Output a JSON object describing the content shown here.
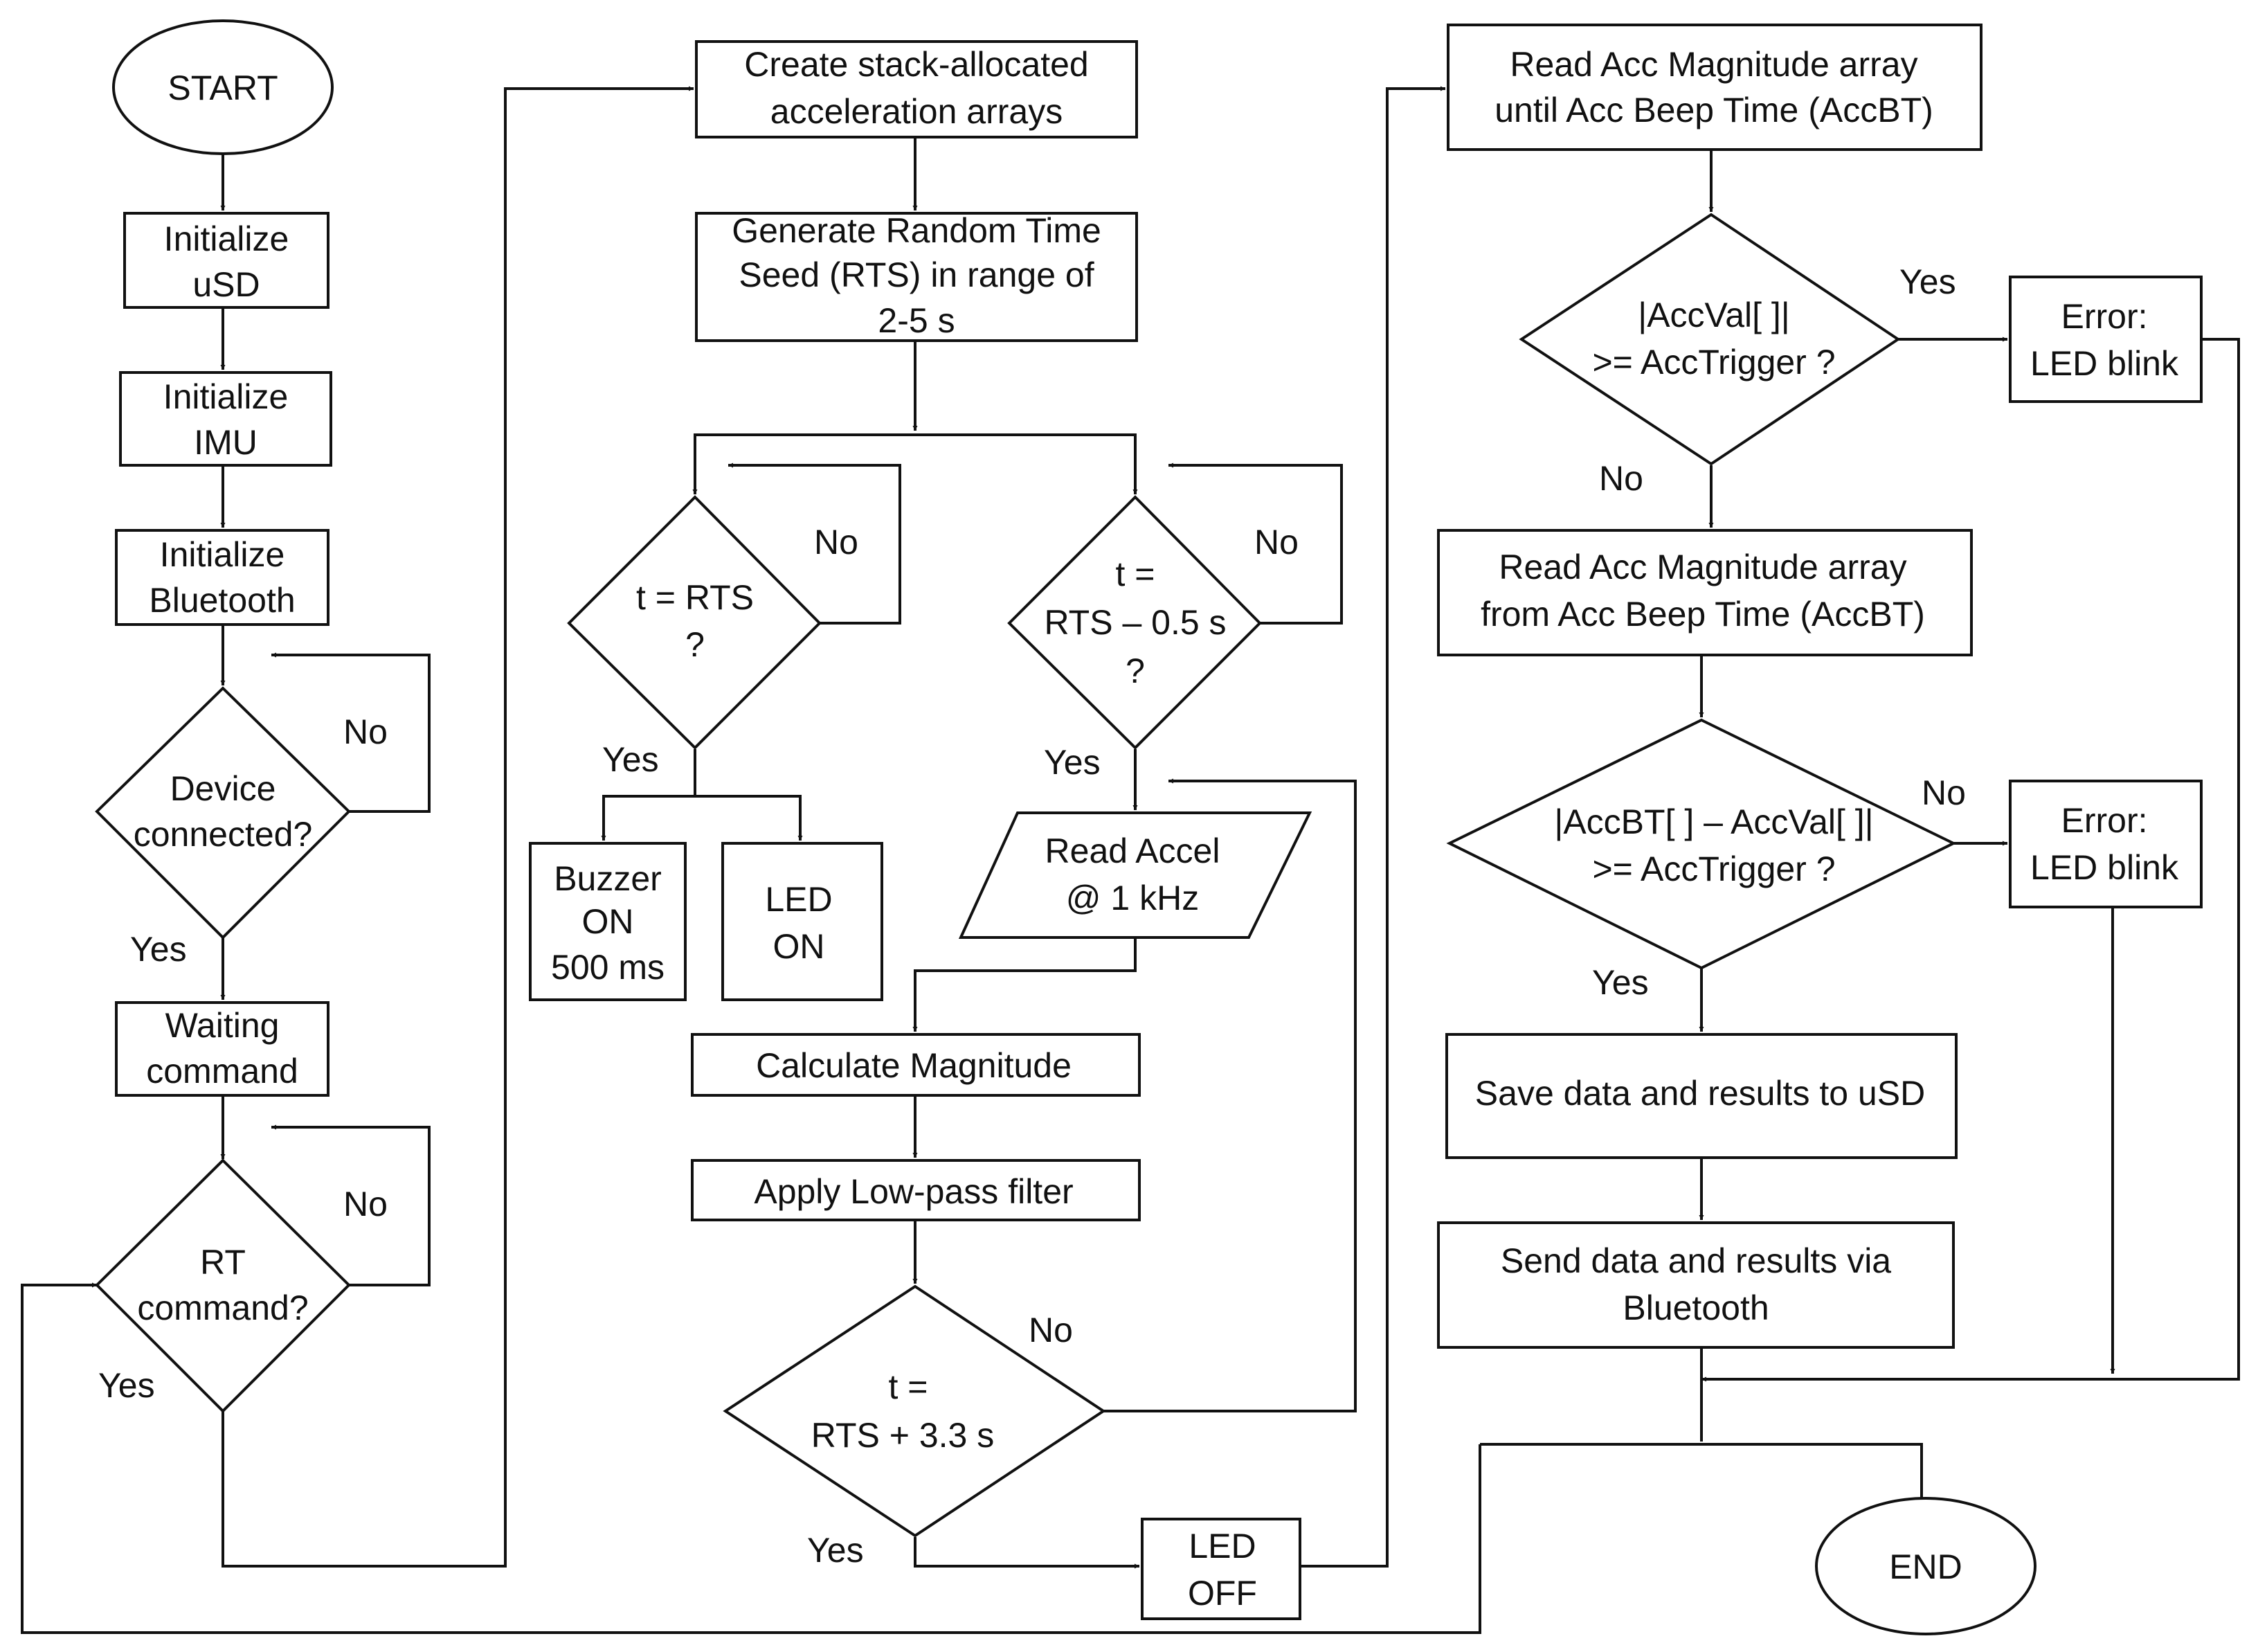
{
  "nodes": {
    "start": [
      "START"
    ],
    "init_usd": [
      "Initialize",
      "uSD"
    ],
    "init_imu": [
      "Initialize",
      "IMU"
    ],
    "init_bt": [
      "Initialize",
      "Bluetooth"
    ],
    "dev_conn": [
      "Device",
      "connected?"
    ],
    "waiting": [
      "Waiting",
      "command"
    ],
    "rt_cmd": [
      "RT",
      "command?"
    ],
    "create_arrays": [
      "Create stack-allocated",
      "acceleration arrays"
    ],
    "gen_rts": [
      "Generate Random Time",
      "Seed (RTS) in range of",
      "2-5 s"
    ],
    "t_rts": [
      "t = RTS",
      "?"
    ],
    "t_rts_05": [
      "t =",
      "RTS – 0.5 s",
      "?"
    ],
    "buzzer": [
      "Buzzer",
      "ON",
      "500 ms"
    ],
    "led_on": [
      "LED",
      "ON"
    ],
    "read_accel": [
      "Read Accel",
      "@ 1 kHz"
    ],
    "calc_mag": [
      "Calculate Magnitude"
    ],
    "lowpass": [
      "Apply Low-pass filter"
    ],
    "t_rts_33": [
      "t =",
      "RTS + 3.3 s"
    ],
    "led_off": [
      "LED",
      "OFF"
    ],
    "read_until": [
      "Read  Acc Magnitude array",
      "until Acc Beep Time (AccBT)"
    ],
    "accval_check": [
      "|AccVal[ ]|",
      ">= AccTrigger ?"
    ],
    "error1": [
      "Error:",
      "LED blink"
    ],
    "read_from": [
      "Read  Acc Magnitude array",
      "from Acc Beep Time (AccBT)"
    ],
    "diff_check": [
      "|AccBT[ ] – AccVal[ ]|",
      ">= AccTrigger ?"
    ],
    "error2": [
      "Error:",
      "LED blink"
    ],
    "save_usd": [
      "Save data and results to uSD"
    ],
    "send_bt": [
      "Send data and results via",
      "Bluetooth"
    ],
    "end": [
      "END"
    ]
  },
  "edge_labels": {
    "dev_no": "No",
    "dev_yes": "Yes",
    "rt_no": "No",
    "rt_yes": "Yes",
    "t_rts_no": "No",
    "t_rts_yes": "Yes",
    "t_rts05_no": "No",
    "t_rts05_yes": "Yes",
    "t_rts33_no": "No",
    "t_rts33_yes": "Yes",
    "accval_yes": "Yes",
    "accval_no": "No",
    "diff_no": "No",
    "diff_yes": "Yes"
  }
}
